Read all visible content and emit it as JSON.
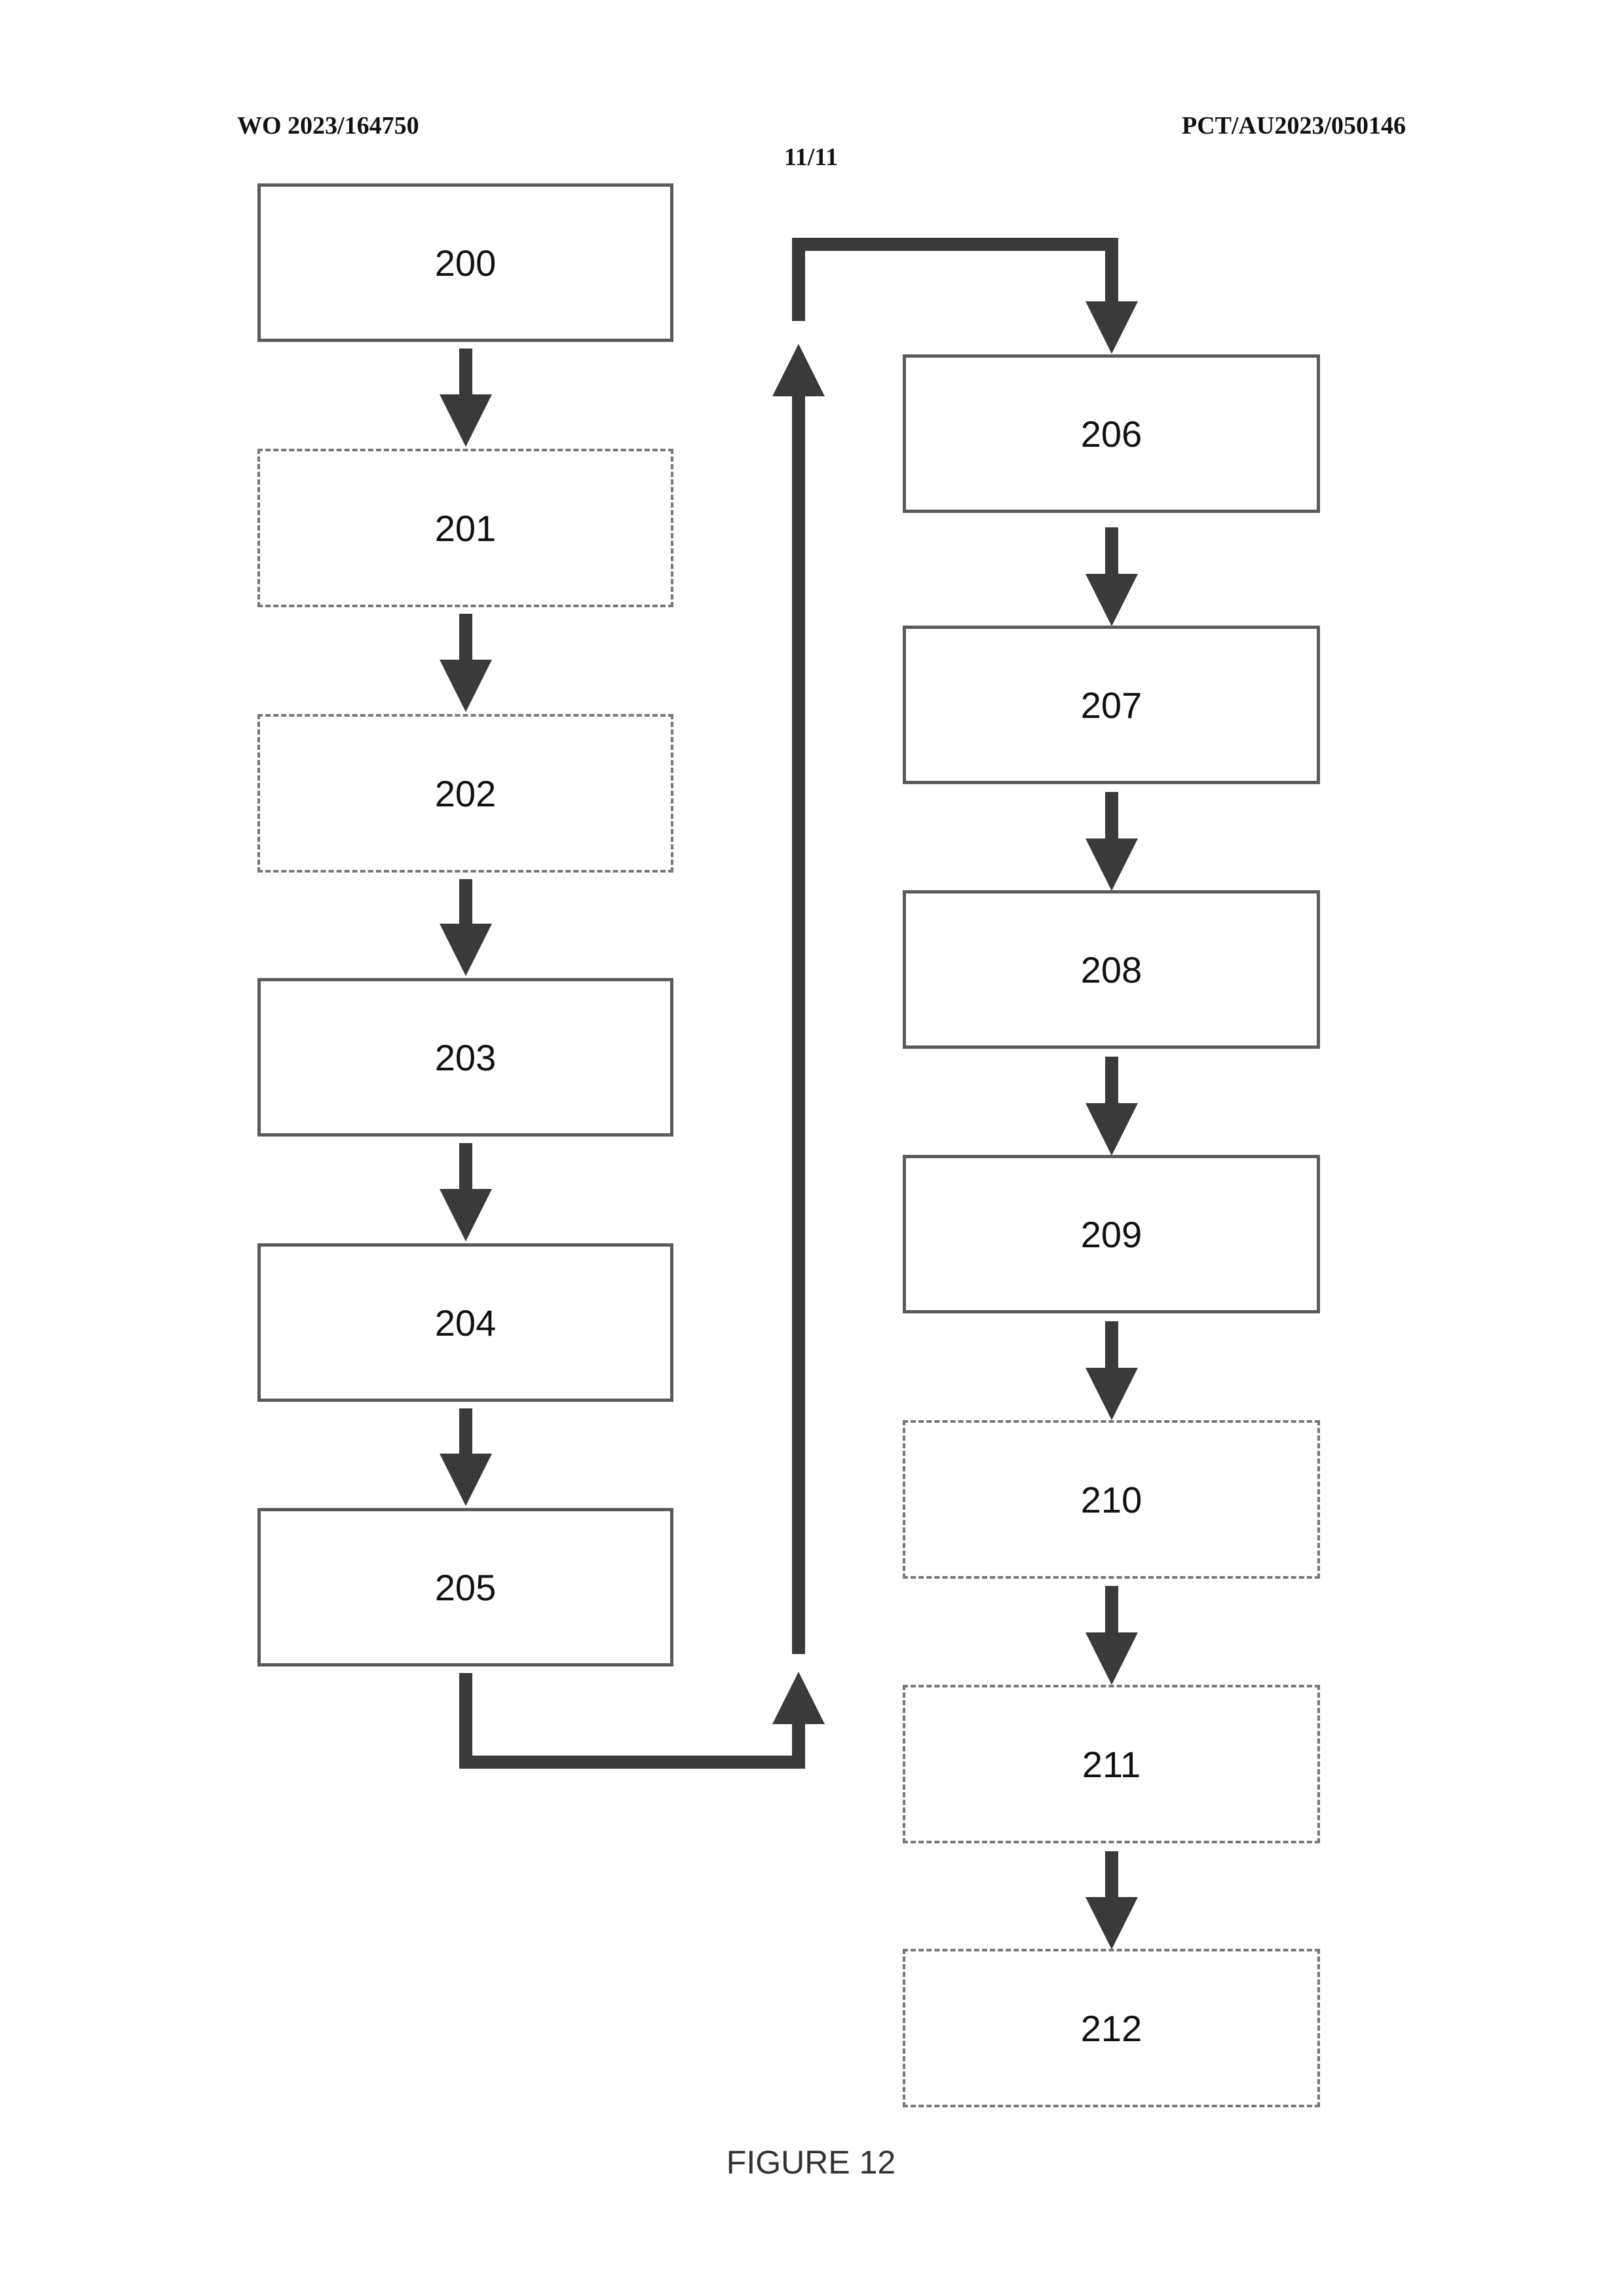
{
  "header": {
    "publication_number": "WO 2023/164750",
    "application_number": "PCT/AU2023/050146",
    "sheet": "11/11"
  },
  "flowchart": {
    "left_column": [
      {
        "label": "200",
        "style": "solid"
      },
      {
        "label": "201",
        "style": "dashed"
      },
      {
        "label": "202",
        "style": "dashed"
      },
      {
        "label": "203",
        "style": "solid"
      },
      {
        "label": "204",
        "style": "solid"
      },
      {
        "label": "205",
        "style": "solid"
      }
    ],
    "right_column": [
      {
        "label": "206",
        "style": "solid"
      },
      {
        "label": "207",
        "style": "solid"
      },
      {
        "label": "208",
        "style": "solid"
      },
      {
        "label": "209",
        "style": "solid"
      },
      {
        "label": "210",
        "style": "dashed"
      },
      {
        "label": "211",
        "style": "dashed"
      },
      {
        "label": "212",
        "style": "dashed"
      }
    ],
    "arrow_color": "#3a3a3a",
    "box_border_color": "#5a5a5a"
  },
  "caption": "FIGURE 12"
}
